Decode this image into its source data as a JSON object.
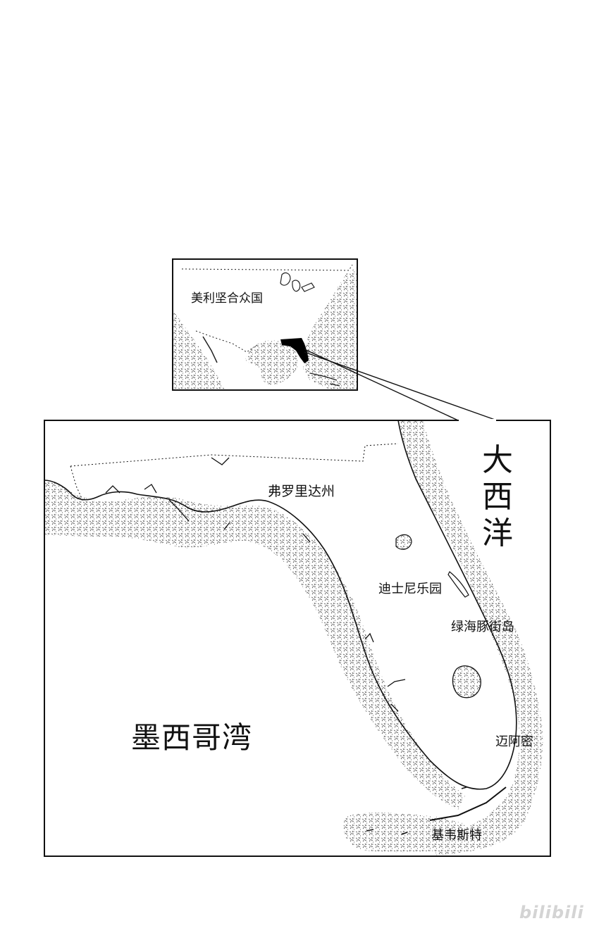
{
  "inset_map": {
    "country_label": "美利坚合众国"
  },
  "main_map": {
    "state_label": "弗罗里达州",
    "gulf_label": "墨西哥湾",
    "ocean_label": "大西洋",
    "places": {
      "disney": "迪士尼乐园",
      "dolphin": "绿海豚街岛",
      "miami": "迈阿密",
      "keys": "基韦斯特"
    }
  },
  "watermark": "bilibili",
  "colors": {
    "ink": "#111111",
    "highlight": "#000000",
    "stipple": "#6a6a6a",
    "background": "#ffffff"
  }
}
